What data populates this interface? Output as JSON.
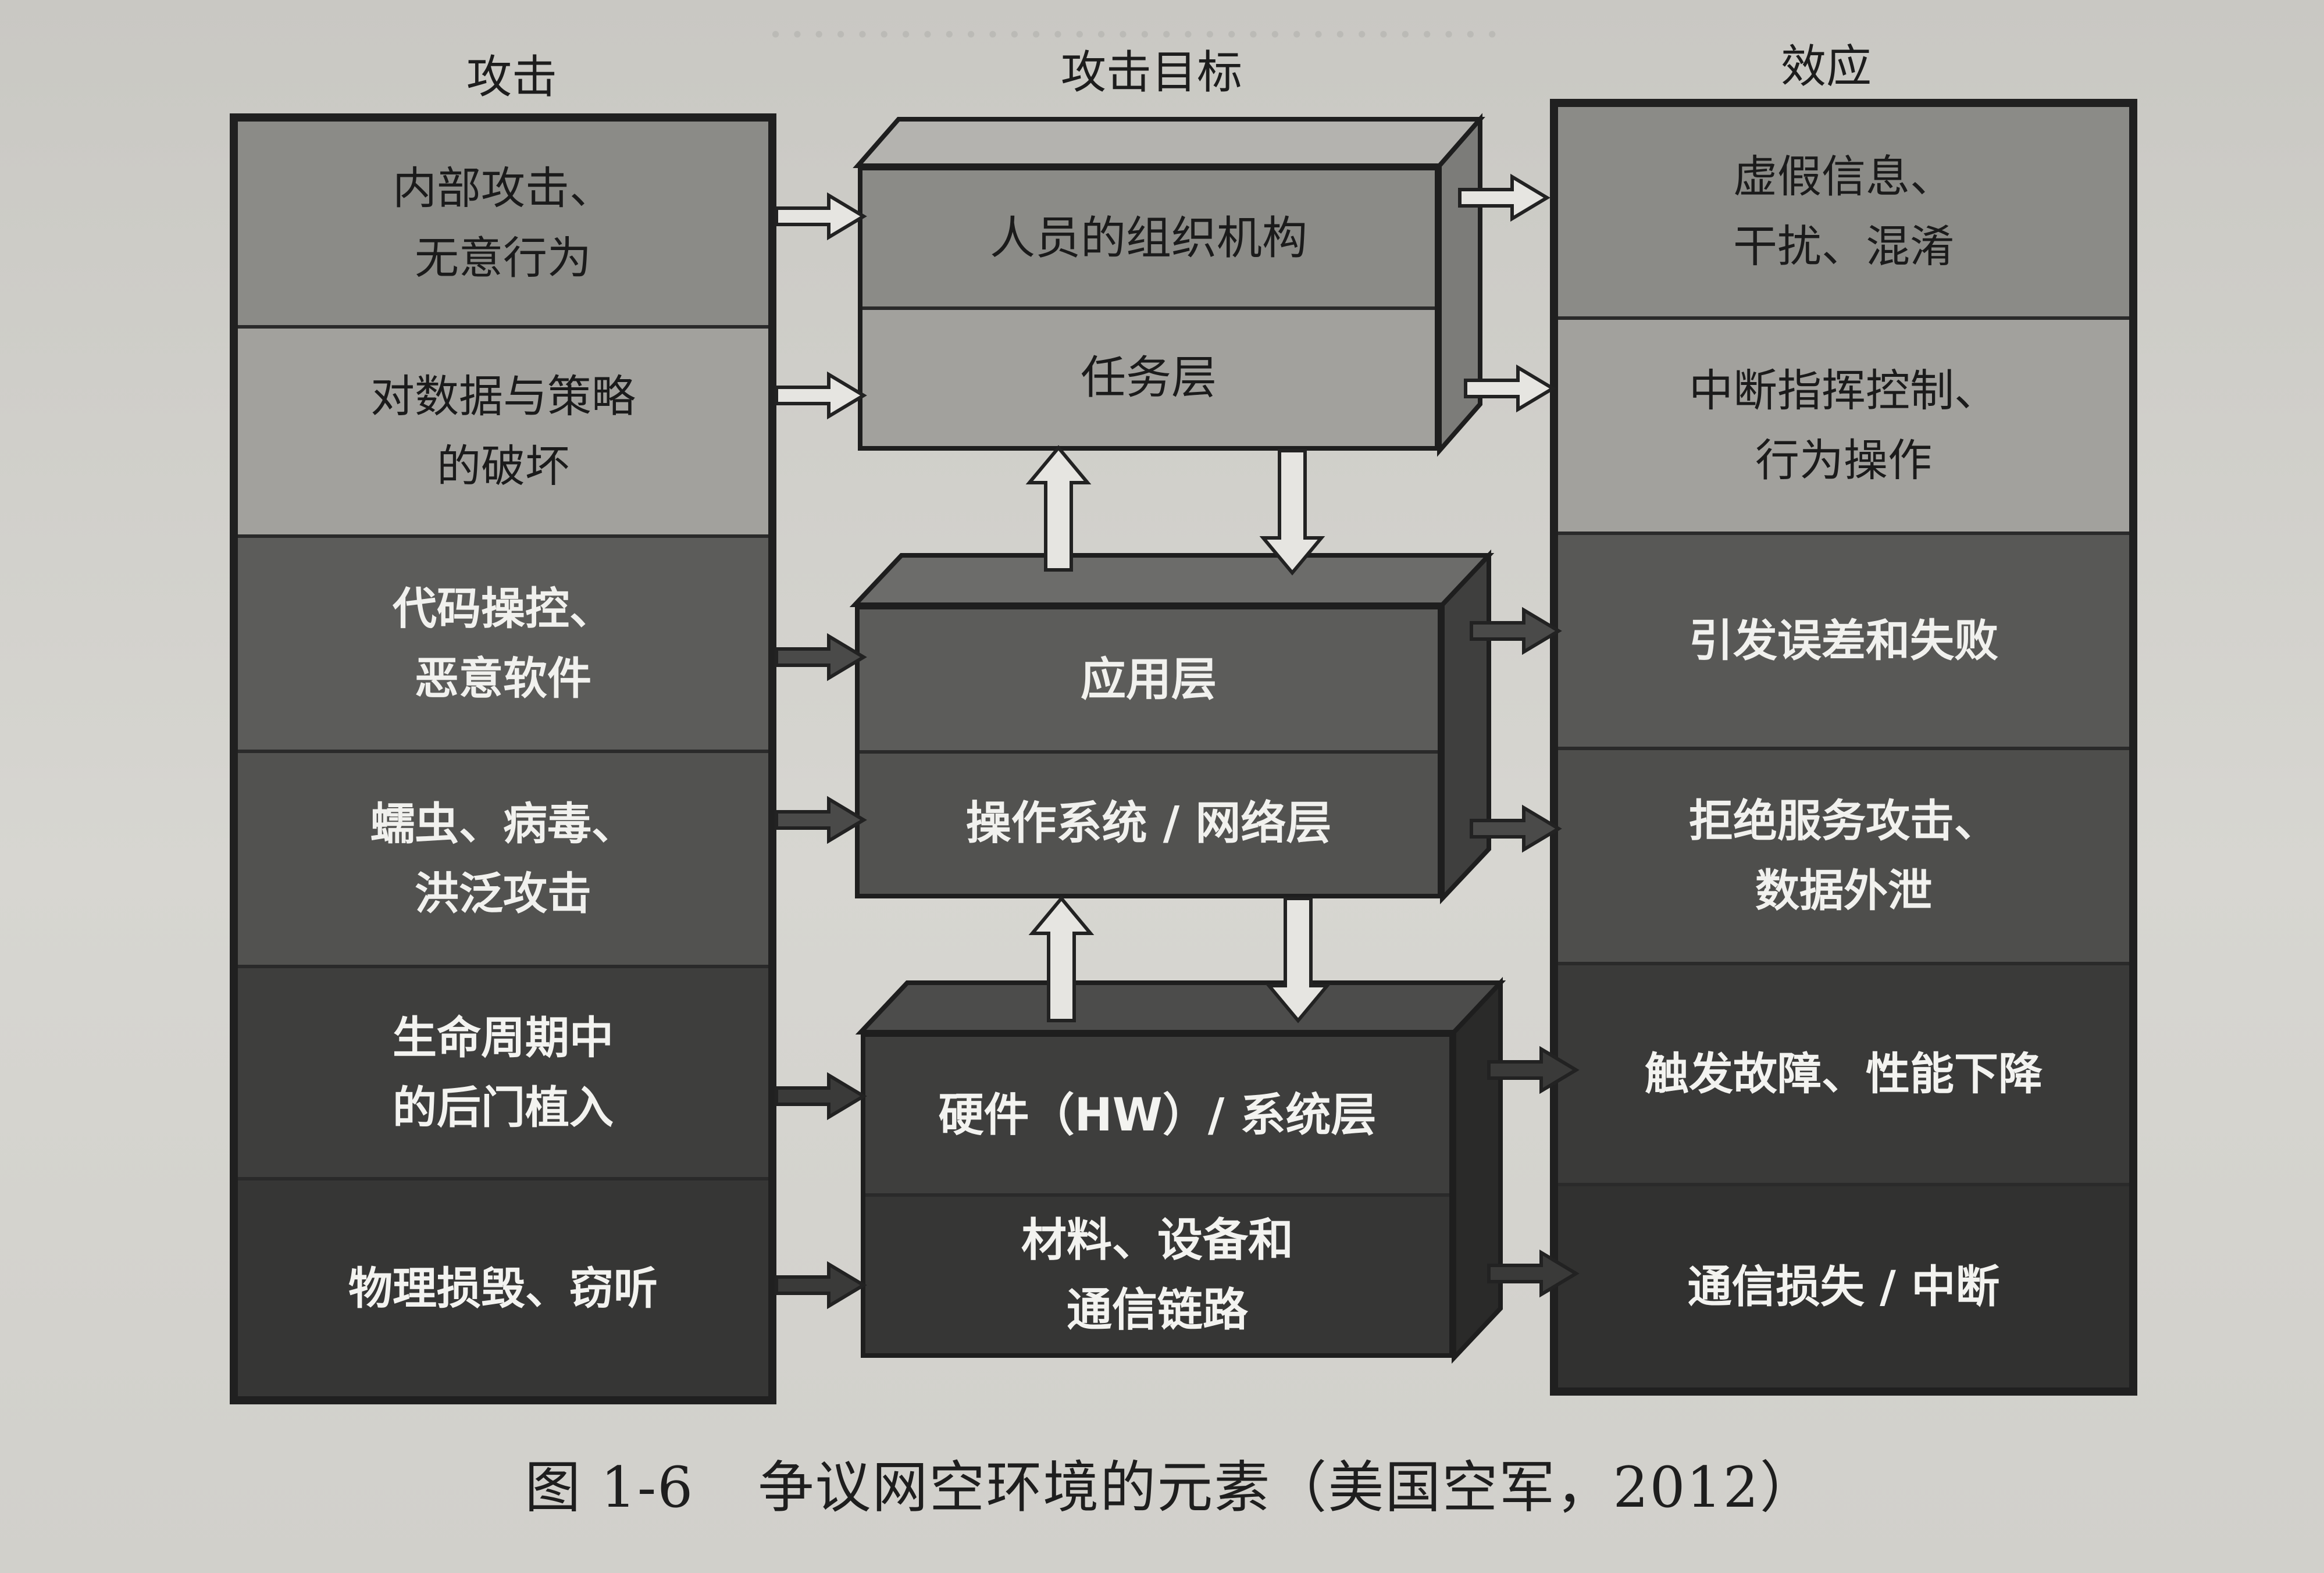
{
  "diagram": {
    "headers": {
      "attacks": "攻击",
      "targets": "攻击目标",
      "effects": "效应"
    },
    "attacks": [
      {
        "label": "内部攻击、\n无意行为"
      },
      {
        "label": "对数据与策略\n的破坏"
      },
      {
        "label": "代码操控、\n恶意软件"
      },
      {
        "label": "蠕虫、病毒、\n洪泛攻击"
      },
      {
        "label": "生命周期中\n的后门植入"
      },
      {
        "label": "物理损毁、窃听"
      }
    ],
    "targets": {
      "top_box": [
        "人员的组织机构",
        "任务层"
      ],
      "middle_box": [
        "应用层",
        "操作系统 / 网络层"
      ],
      "bottom_box": [
        "硬件（HW）/ 系统层",
        "材料、设备和\n通信链路"
      ]
    },
    "effects": [
      {
        "label": "虚假信息、\n干扰、混淆"
      },
      {
        "label": "中断指挥控制、\n行为操作"
      },
      {
        "label": "引发误差和失败"
      },
      {
        "label": "拒绝服务攻击、\n数据外泄"
      },
      {
        "label": "触发故障、性能下降"
      },
      {
        "label": "通信损失 / 中断"
      }
    ]
  },
  "caption": {
    "figure_number": "图 1-6",
    "text": "争议网空环境的元素（美国空军，2012）"
  }
}
